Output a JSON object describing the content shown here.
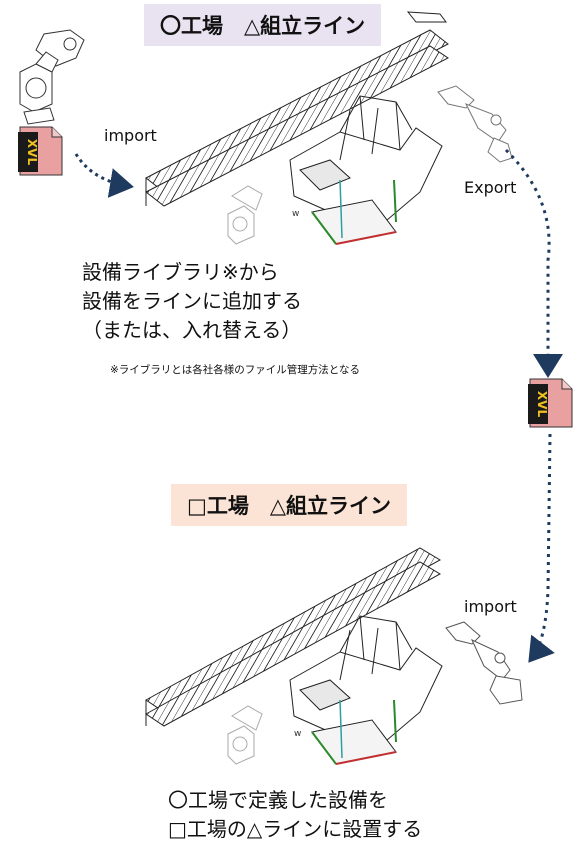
{
  "top_title": "〇工場　△組立ライン",
  "bottom_title": "□工場　△組立ライン",
  "labels": {
    "import_top": "import",
    "export": "Export",
    "import_bottom": "import"
  },
  "file_icon_text": "XVL",
  "top_desc": [
    "設備ライブラリ※から",
    "設備をラインに追加する",
    "（または、入れ替える）"
  ],
  "footnote": "※ライブラリとは各社各様のファイル管理方法となる",
  "bottom_desc": [
    "〇工場で定義した設備を",
    "□工場の△ラインに設置する"
  ],
  "colors": {
    "arrow": "#1f3a5f",
    "top_title_bg": "#e9e3f1",
    "bottom_title_bg": "#fbe4d5",
    "file_icon": "#e8a0a0",
    "file_label_bg": "#1a1a1a",
    "file_label_text": "#f0c020"
  }
}
